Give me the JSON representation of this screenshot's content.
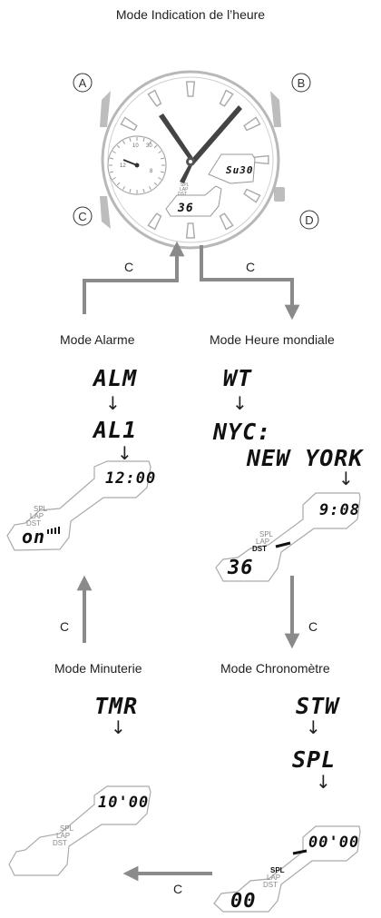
{
  "modes": {
    "time": "Mode Indication de l’heure",
    "alarm": "Mode Alarme",
    "world_time": "Mode Heure mondiale",
    "timer": "Mode Minuterie",
    "stopwatch": "Mode Chronomètre"
  },
  "buttons": {
    "a": "A",
    "b": "B",
    "c": "C",
    "d": "D"
  },
  "transition_label": "C",
  "watch_face": {
    "day_date": "Su30",
    "date_num": "36",
    "sub_dial_marks": [
      "10",
      "30",
      "12",
      "8"
    ],
    "sub_indicators": [
      "SPL",
      "LAP",
      "DST"
    ]
  },
  "alarm": {
    "step1": "ALM",
    "step2": "AL1",
    "time": "12:00",
    "status": "on",
    "indicators": [
      "SPL",
      "LAP",
      "DST"
    ]
  },
  "world_time": {
    "step1": "WT",
    "city_code": "NYC:",
    "city_name": "NEW YORK",
    "time": "9:08",
    "lower": "36",
    "indicators": [
      "SPL",
      "LAP",
      "DST"
    ]
  },
  "timer": {
    "step1": "TMR",
    "time": "10'00",
    "indicators": [
      "SPL",
      "LAP",
      "DST"
    ]
  },
  "stopwatch": {
    "step1": "STW",
    "step2": "SPL",
    "time": "00'00",
    "lower": "00",
    "indicators": [
      "SPL",
      "LAP",
      "DST"
    ]
  },
  "colors": {
    "arrow": "#8a8a8a",
    "outline": "#b5b5b5",
    "hand": "#444444"
  }
}
